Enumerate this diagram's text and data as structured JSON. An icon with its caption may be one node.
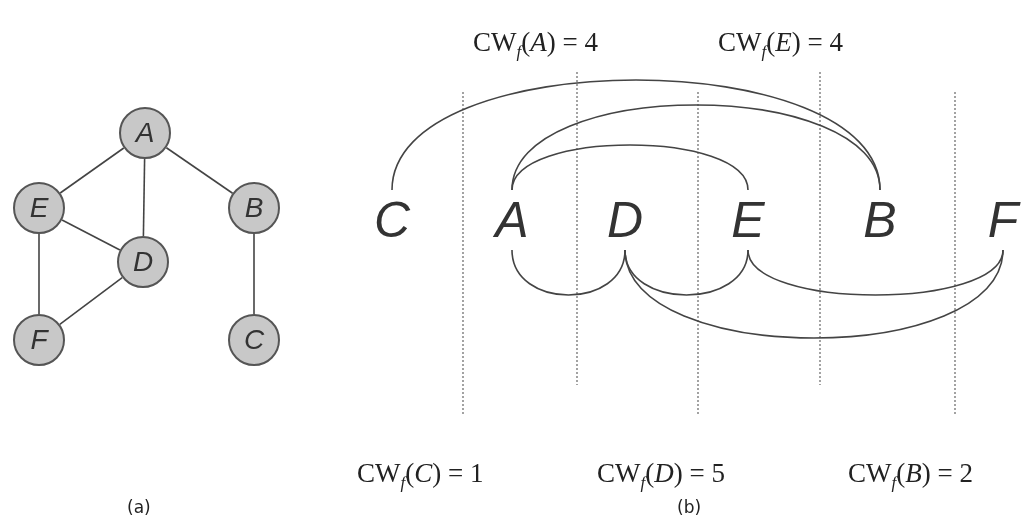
{
  "diagram": {
    "nodes": [
      {
        "text": [
          "A"
        ]
      },
      {
        "text": [
          "E"
        ]
      },
      {
        "text": [
          "B"
        ]
      },
      {
        "text": [
          "D"
        ]
      },
      {
        "text": [
          "F"
        ]
      },
      {
        "text": [
          "C"
        ]
      },
      {
        "text": [
          "C"
        ]
      },
      {
        "text": [
          "A"
        ]
      },
      {
        "text": [
          "D"
        ]
      },
      {
        "text": [
          "E"
        ]
      },
      {
        "text": [
          "B"
        ]
      },
      {
        "text": [
          "F"
        ]
      }
    ],
    "edges": [
      {
        "from": 0,
        "to": 1,
        "arrow": "none"
      },
      {
        "from": 0,
        "to": 3,
        "arrow": "none"
      },
      {
        "from": 0,
        "to": 2,
        "arrow": "none"
      },
      {
        "from": 1,
        "to": 3,
        "arrow": "none"
      },
      {
        "from": 1,
        "to": 4,
        "arrow": "none"
      },
      {
        "from": 3,
        "to": 4,
        "arrow": "none"
      },
      {
        "from": 2,
        "to": 5,
        "arrow": "none"
      },
      {
        "from": 6,
        "to": 10,
        "arrow": "none"
      },
      {
        "from": 7,
        "to": 10,
        "arrow": "none"
      },
      {
        "from": 7,
        "to": 9,
        "arrow": "none"
      },
      {
        "from": 7,
        "to": 8,
        "arrow": "none"
      },
      {
        "from": 8,
        "to": 9,
        "arrow": "none"
      },
      {
        "from": 9,
        "to": 11,
        "arrow": "none"
      },
      {
        "from": 8,
        "to": 11,
        "arrow": "none"
      }
    ],
    "labels": [
      "CW$_{f}$(*A*) = 4",
      "CW$_{f}$(*E*) = 4",
      "CW$_{f}$(*C*) = 1",
      "CW$_{f}$(*D*) = 5",
      "CW$_{f}$(*B*) = 2",
      "(a)",
      "(b)"
    ]
  }
}
